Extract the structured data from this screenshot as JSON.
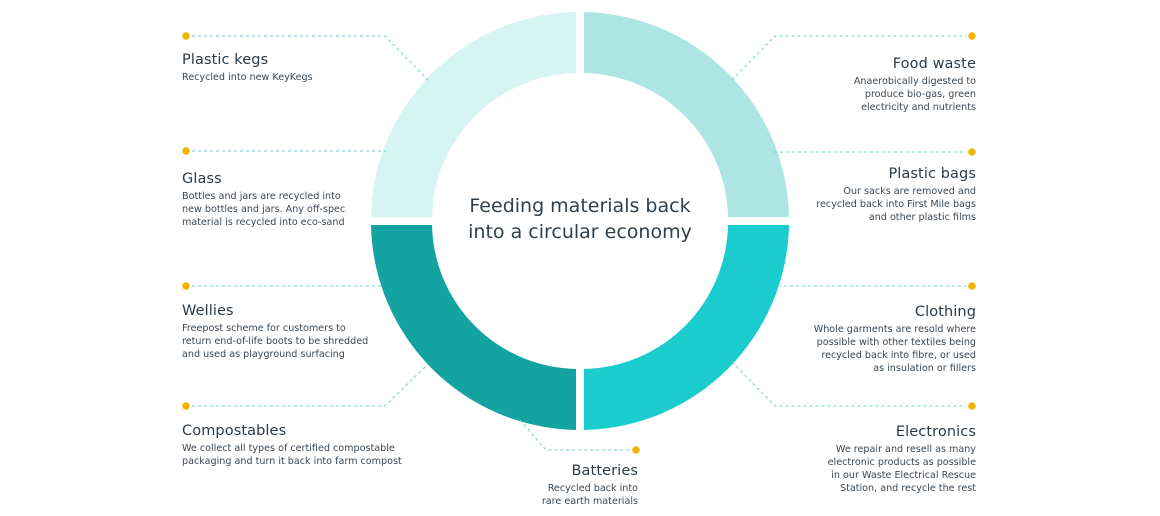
{
  "center": {
    "line1": "Feeding materials back",
    "line2": "into a circular economy"
  },
  "colors": {
    "q_top_left": "#d5f4f2",
    "q_top_right": "#ace5e3",
    "q_bottom_left": "#13a3a0",
    "q_bottom_right": "#1accce",
    "dot": "#f0b400",
    "leader": "#6fcfc4"
  },
  "items": {
    "plastic_kegs": {
      "title": "Plastic kegs",
      "desc": [
        "Recycled into new KeyKegs"
      ]
    },
    "glass": {
      "title": "Glass",
      "desc": [
        "Bottles and jars are recycled into",
        "new bottles and jars. Any off-spec",
        "material is recycled into eco-sand"
      ]
    },
    "wellies": {
      "title": "Wellies",
      "desc": [
        "Freepost scheme for customers to",
        "return end-of-life boots to be shredded",
        "and used as playground surfacing"
      ]
    },
    "compostables": {
      "title": "Compostables",
      "desc": [
        "We collect all types of certified compostable",
        "packaging and turn it back into farm compost"
      ]
    },
    "batteries": {
      "title": "Batteries",
      "desc": [
        "Recycled back into",
        "rare earth materials"
      ]
    },
    "food_waste": {
      "title": "Food waste",
      "desc": [
        "Anaerobically digested to",
        "produce bio-gas, green",
        "electricity and nutrients"
      ]
    },
    "plastic_bags": {
      "title": "Plastic bags",
      "desc": [
        "Our sacks are removed and",
        "recycled back into First Mile bags",
        "and other plastic films"
      ]
    },
    "clothing": {
      "title": "Clothing",
      "desc": [
        "Whole garments are resold where",
        "possible with other textiles being",
        "recycled back into fibre, or used",
        "as insulation or fillers"
      ]
    },
    "electronics": {
      "title": "Electronics",
      "desc": [
        "We repair and resell as many",
        "electronic products as possible",
        "in our Waste Electrical Rescue",
        "Station, and recycle the rest"
      ]
    }
  }
}
